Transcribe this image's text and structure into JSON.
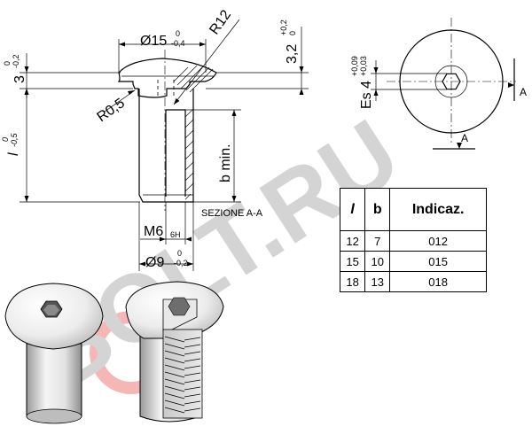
{
  "watermark": "BOLT.RU",
  "section_label": "SEZIONE A-A",
  "dims": {
    "head_diameter": "Ø15",
    "head_diameter_tol_upper": "0",
    "head_diameter_tol_lower": "-0,4",
    "head_radius": "R12",
    "head_height_right": "3,2",
    "head_height_right_tol_upper": "+0,2",
    "head_height_right_tol_lower": "0",
    "head_height_left": "3",
    "head_height_left_tol_upper": "0",
    "head_height_left_tol_lower": "-0,2",
    "fillet_radius": "R0,5",
    "length": "l",
    "length_tol_upper": "0",
    "length_tol_lower": "-0,5",
    "thread_depth": "b min.",
    "thread": "M6",
    "thread_tol": "6H",
    "shank_diameter": "Ø9",
    "shank_tol_upper": "0",
    "shank_tol_lower": "-0,2",
    "hex_socket": "Es 4",
    "hex_socket_tol_upper": "+0,09",
    "hex_socket_tol_lower": "+0,03",
    "section_mark_top": "A",
    "section_mark_bottom": "A"
  },
  "table": {
    "headers": [
      "l",
      "b",
      "Indicaz."
    ],
    "rows": [
      [
        "12",
        "7",
        "012"
      ],
      [
        "15",
        "10",
        "015"
      ],
      [
        "18",
        "13",
        "018"
      ]
    ]
  }
}
